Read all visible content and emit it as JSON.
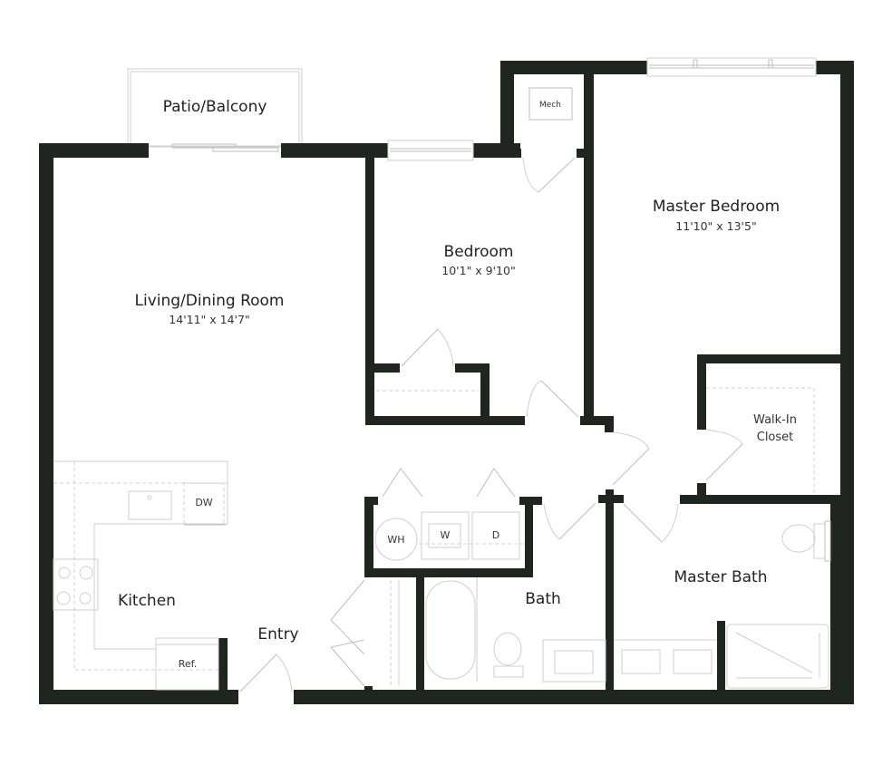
{
  "floor_plan": {
    "wall_color": "#1f2620",
    "fixture_line_color": "#cfcfcf",
    "rooms": [
      {
        "id": "patio",
        "name": "Patio/Balcony",
        "dimensions": null
      },
      {
        "id": "living",
        "name": "Living/Dining Room",
        "dimensions": "14'11\" x 14'7\""
      },
      {
        "id": "bedroom",
        "name": "Bedroom",
        "dimensions": "10'1\" x 9'10\""
      },
      {
        "id": "master_bedroom",
        "name": "Master Bedroom",
        "dimensions": "11'10\" x 13'5\""
      },
      {
        "id": "walk_in_closet",
        "name": "Walk-In Closet",
        "line1": "Walk-In",
        "line2": "Closet"
      },
      {
        "id": "kitchen",
        "name": "Kitchen"
      },
      {
        "id": "entry",
        "name": "Entry"
      },
      {
        "id": "bath",
        "name": "Bath"
      },
      {
        "id": "master_bath",
        "name": "Master Bath"
      }
    ],
    "fixtures": {
      "mech": "Mech",
      "dishwasher": "DW",
      "refrigerator": "Ref.",
      "water_heater": "WH",
      "washer": "W",
      "dryer": "D"
    }
  }
}
